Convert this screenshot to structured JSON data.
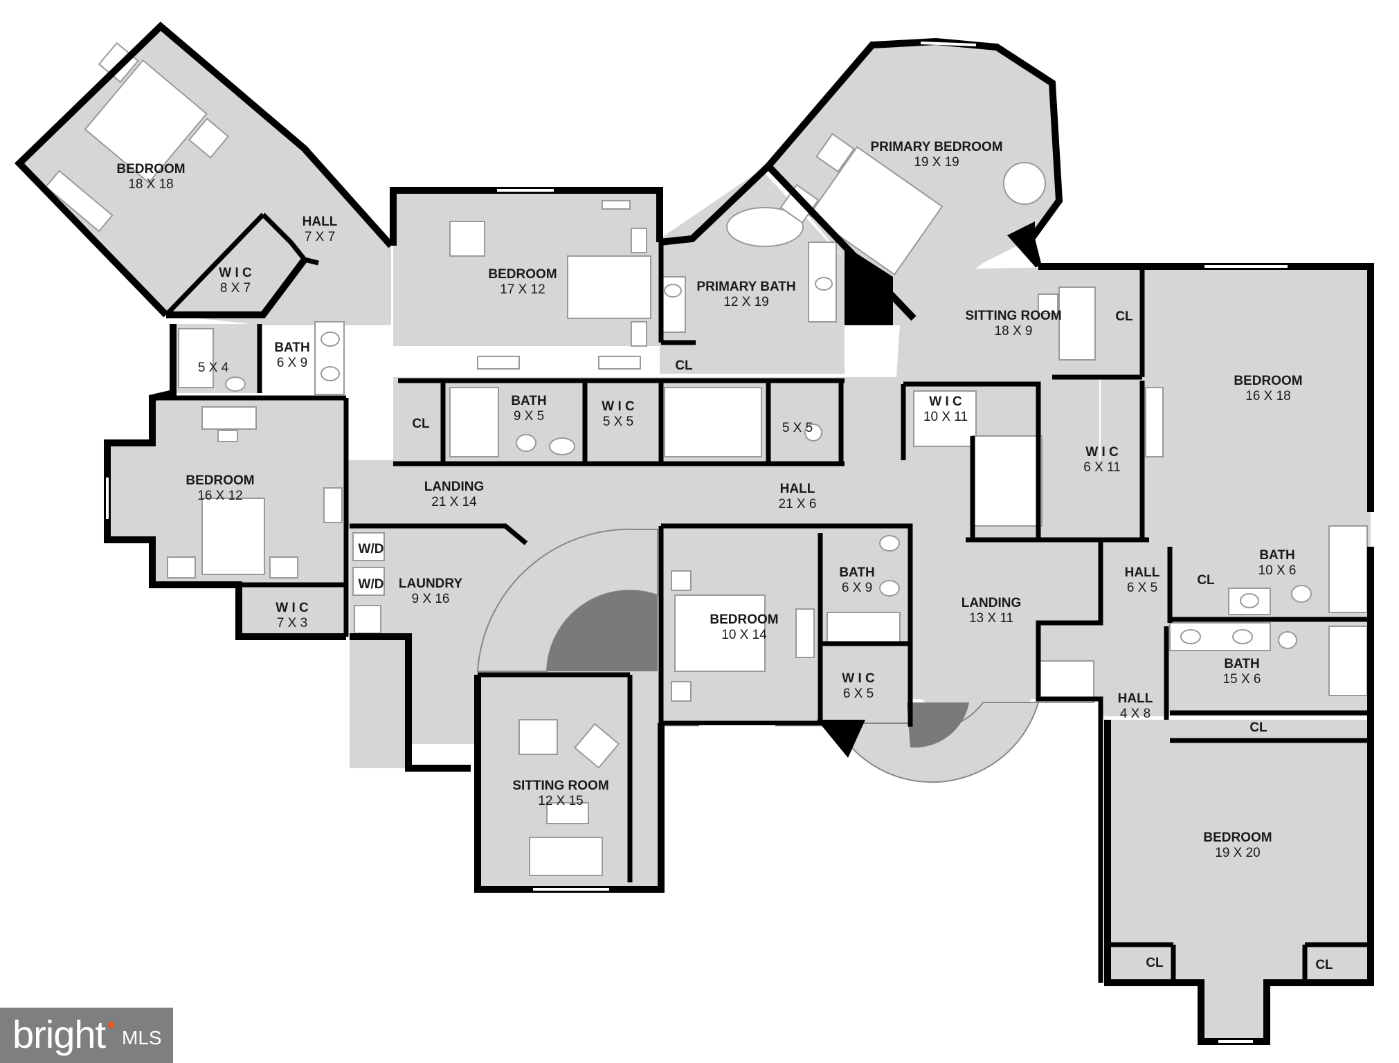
{
  "rooms": [
    {
      "name": "BEDROOM",
      "dims": "18 X 18"
    },
    {
      "name": "HALL",
      "dims": "7 X 7"
    },
    {
      "name": "W I C",
      "dims": "8 X 7"
    },
    {
      "name": "BEDROOM",
      "dims": "17 X 12"
    },
    {
      "name": "PRIMARY BATH",
      "dims": "12 X 19"
    },
    {
      "name": "PRIMARY BEDROOM",
      "dims": "19 X 19"
    },
    {
      "name": "SITTING ROOM",
      "dims": "18 X 9"
    },
    {
      "name": "CL",
      "dims": ""
    },
    {
      "name": "BEDROOM",
      "dims": "16 X 18"
    },
    {
      "name": "",
      "dims": "5 X 4"
    },
    {
      "name": "BATH",
      "dims": "6 X 9"
    },
    {
      "name": "CL",
      "dims": ""
    },
    {
      "name": "BATH",
      "dims": "9 X 5"
    },
    {
      "name": "W I C",
      "dims": "5 X 5"
    },
    {
      "name": "CL",
      "dims": ""
    },
    {
      "name": "",
      "dims": "5 X 5"
    },
    {
      "name": "W I C",
      "dims": "10 X 11"
    },
    {
      "name": "W I C",
      "dims": "6 X 11"
    },
    {
      "name": "BEDROOM",
      "dims": "16 X 12"
    },
    {
      "name": "LANDING",
      "dims": "21 X 14"
    },
    {
      "name": "HALL",
      "dims": "21 X 6"
    },
    {
      "name": "W/D",
      "dims": ""
    },
    {
      "name": "W/D",
      "dims": ""
    },
    {
      "name": "LAUNDRY",
      "dims": "9 X 16"
    },
    {
      "name": "W I C",
      "dims": "7 X 3"
    },
    {
      "name": "BEDROOM",
      "dims": "10 X 14"
    },
    {
      "name": "BATH",
      "dims": "6 X 9"
    },
    {
      "name": "W I C",
      "dims": "6 X 5"
    },
    {
      "name": "LANDING",
      "dims": "13 X 11"
    },
    {
      "name": "HALL",
      "dims": "6 X 5"
    },
    {
      "name": "CL",
      "dims": ""
    },
    {
      "name": "BATH",
      "dims": "10 X 6"
    },
    {
      "name": "BATH",
      "dims": "15 X 6"
    },
    {
      "name": "HALL",
      "dims": "4 X 8"
    },
    {
      "name": "CL",
      "dims": ""
    },
    {
      "name": "SITTING ROOM",
      "dims": "12 X 15"
    },
    {
      "name": "BEDROOM",
      "dims": "19 X 20"
    },
    {
      "name": "CL",
      "dims": ""
    },
    {
      "name": "CL",
      "dims": ""
    }
  ],
  "brand": {
    "name": "bright",
    "suffix": "MLS",
    "accent": "#e05a2a",
    "badge_color": "#7f7f7f"
  },
  "colors": {
    "floor": "#d6d6d6",
    "wall": "#000000",
    "stair_well": "#7a7a7a"
  }
}
